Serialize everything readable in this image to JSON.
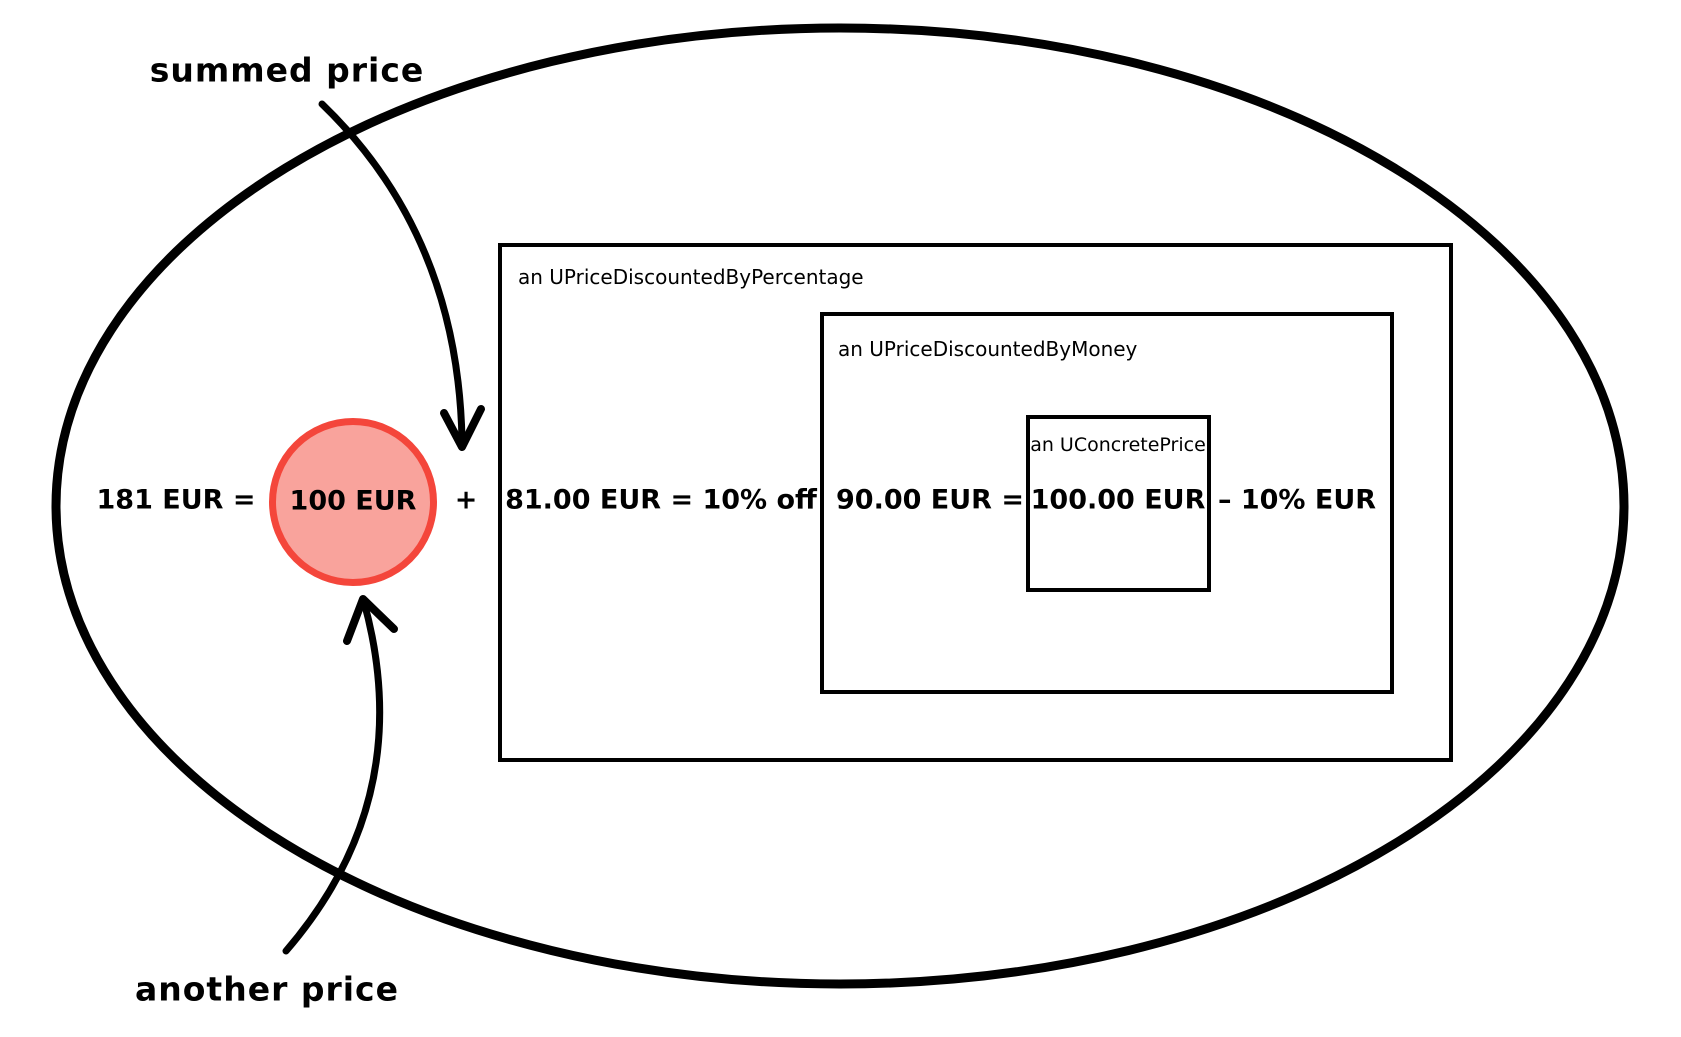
{
  "diagram": {
    "annotations": {
      "summed": "summed price",
      "another": "another price"
    },
    "sum": {
      "total_text": "181 EUR =",
      "circle_value": "100 EUR",
      "plus_sign": "+"
    },
    "percentage_box": {
      "title": "an UPriceDiscountedByPercentage",
      "value": "81.00 EUR = 10% off"
    },
    "money_box": {
      "title": "an UPriceDiscountedByMoney",
      "value": "90.00 EUR =",
      "suffix": "– 10% EUR"
    },
    "concrete_box": {
      "title": "an UConcretePrice",
      "value": "100.00 EUR"
    },
    "colors": {
      "circle_fill": "#f9a39c",
      "circle_border": "#f4463b",
      "stroke": "#000000"
    }
  }
}
